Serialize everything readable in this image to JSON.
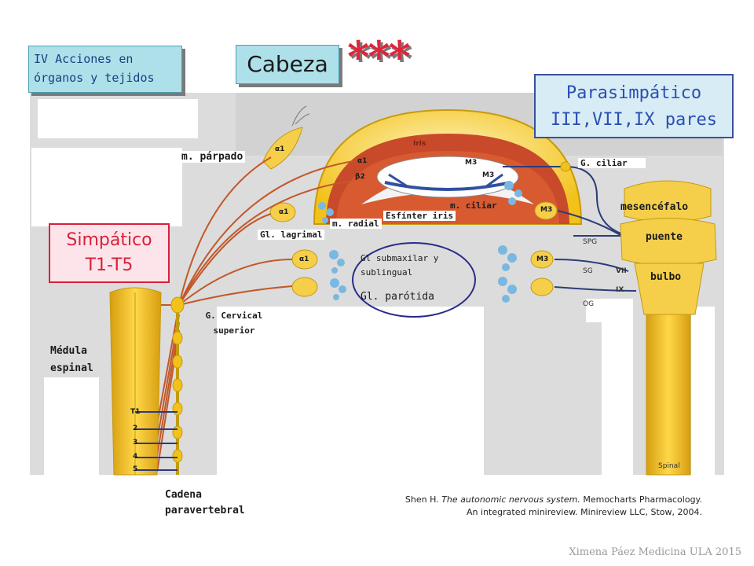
{
  "header": {
    "section_box": "IV Acciones en órganos y tejidos",
    "title": "Cabeza",
    "stars": "***"
  },
  "boxes": {
    "parasympathetic": "Parasimpático III,VII,IX pares",
    "sympathetic": "Simpático T1-T5"
  },
  "labels": {
    "eyelid_muscle": "m. párpado",
    "ciliary_ganglion": "G. ciliar",
    "midbrain": "mesencéfalo",
    "pons": "puente",
    "medulla": "bulbo",
    "ciliary_muscle": "m. ciliar",
    "iris_sphincter": "Esfínter iris",
    "radial_muscle": "m. radial",
    "lacrimal_gland": "Gl. lagrimal",
    "submaxillary_gland": "Gl submaxilar y sublingual",
    "parotid_gland": "Gl. parótida",
    "superior_cervical_ganglion": "G. Cervical superior",
    "spinal_cord": "Médula espinal",
    "paravertebral_chain": "Cadena paravertebral"
  },
  "figure_text": {
    "iris": "Iris",
    "receptors": [
      "α1",
      "α1",
      "β2",
      "M3",
      "M3",
      "M3",
      "α1",
      "M3",
      "α1"
    ],
    "nuclei": [
      "SPG",
      "SG",
      "OG"
    ],
    "nerves": [
      "VII",
      "IX"
    ],
    "segments": [
      "T1",
      "2",
      "3",
      "4",
      "5"
    ],
    "spinal": "Spinal"
  },
  "citation": {
    "line1_prefix": "Shen H. ",
    "line1_italic": "The autonomic nervous system.",
    "line1_suffix": " Memocharts Pharmacology.",
    "line2": "An integrated minireview. Minireview LLC, Stow, 2004."
  },
  "footer": "Ximena Páez Medicina ULA 2015",
  "colors": {
    "yellow": "#f2c21b",
    "orange_nerve": "#c2582a",
    "navy_nerve": "#2a3d7a",
    "red_box": "#d8203a",
    "pink_box": "#fde4ea",
    "parasym_text": "#2a4fb3"
  }
}
